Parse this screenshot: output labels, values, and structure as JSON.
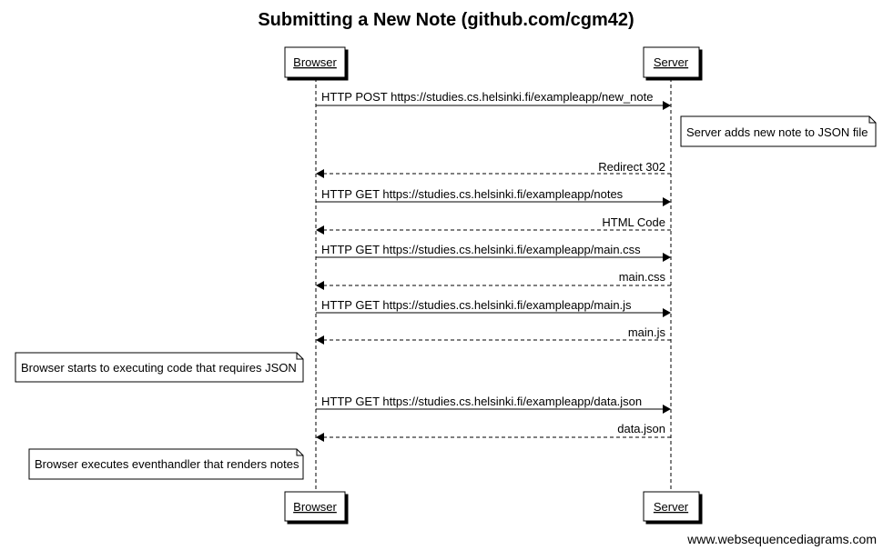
{
  "title": "Submitting a New Note (github.com/cgm42)",
  "actors": {
    "browser": "Browser",
    "server": "Server"
  },
  "messages": [
    {
      "from": "browser",
      "to": "server",
      "label": "HTTP POST https://studies.cs.helsinki.fi/exampleapp/new_note",
      "style": "solid"
    },
    {
      "from": "server",
      "to": "browser",
      "label": "Redirect 302",
      "style": "dashed"
    },
    {
      "from": "browser",
      "to": "server",
      "label": "HTTP GET https://studies.cs.helsinki.fi/exampleapp/notes",
      "style": "solid"
    },
    {
      "from": "server",
      "to": "browser",
      "label": "HTML Code",
      "style": "dashed"
    },
    {
      "from": "browser",
      "to": "server",
      "label": "HTTP GET https://studies.cs.helsinki.fi/exampleapp/main.css",
      "style": "solid"
    },
    {
      "from": "server",
      "to": "browser",
      "label": "main.css",
      "style": "dashed"
    },
    {
      "from": "browser",
      "to": "server",
      "label": "HTTP GET https://studies.cs.helsinki.fi/exampleapp/main.js",
      "style": "solid"
    },
    {
      "from": "server",
      "to": "browser",
      "label": "main.js",
      "style": "dashed"
    },
    {
      "from": "browser",
      "to": "server",
      "label": "HTTP GET https://studies.cs.helsinki.fi/exampleapp/data.json",
      "style": "solid"
    },
    {
      "from": "server",
      "to": "browser",
      "label": "data.json",
      "style": "dashed"
    }
  ],
  "notes": [
    {
      "side": "right-of-server",
      "text": "Server adds new note to JSON file"
    },
    {
      "side": "left-of-browser",
      "text": "Browser starts to executing code that requires JSON"
    },
    {
      "side": "left-of-browser",
      "text": "Browser executes eventhandler that renders notes"
    }
  ],
  "footer": "www.websequencediagrams.com"
}
